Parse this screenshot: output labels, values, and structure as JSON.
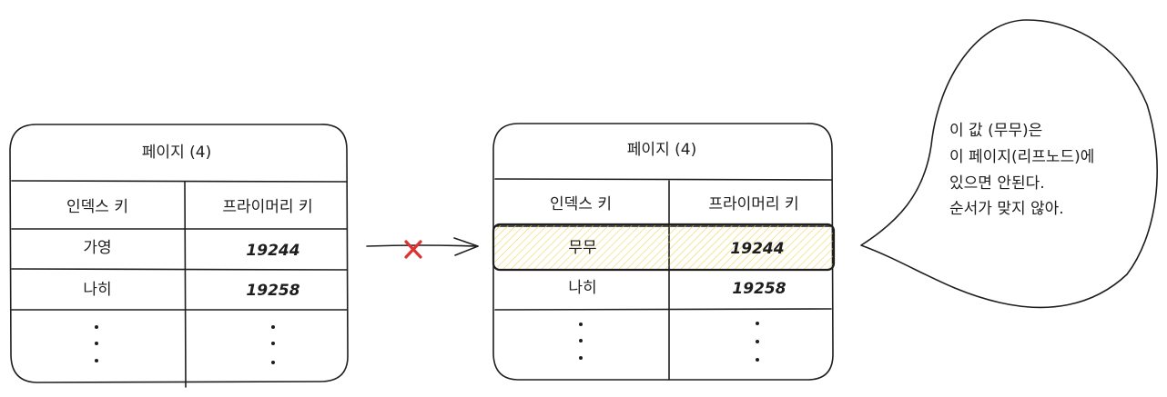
{
  "left_page": {
    "title": "페이지 (4)",
    "headers": [
      "인덱스 키",
      "프라이머리 키"
    ],
    "rows": [
      {
        "key": "가영",
        "pk": "19244"
      },
      {
        "key": "나히",
        "pk": "19258"
      }
    ],
    "ellipsis": "⋮"
  },
  "arrow": {
    "blocked_mark": "✕",
    "mark_color": "#e03131"
  },
  "right_page": {
    "title": "페이지 (4)",
    "headers": [
      "인덱스 키",
      "프라이머리 키"
    ],
    "rows": [
      {
        "key": "무무",
        "pk": "19244",
        "highlighted": true
      },
      {
        "key": "나히",
        "pk": "19258",
        "highlighted": false
      }
    ],
    "ellipsis": "⋮",
    "highlight_color": "#ffec99"
  },
  "speech_bubble": {
    "lines": [
      "이 값 (무무)은",
      "이 페이지(리프노드)에",
      "있으면 안된다.",
      "순서가 맞지 않아."
    ]
  }
}
